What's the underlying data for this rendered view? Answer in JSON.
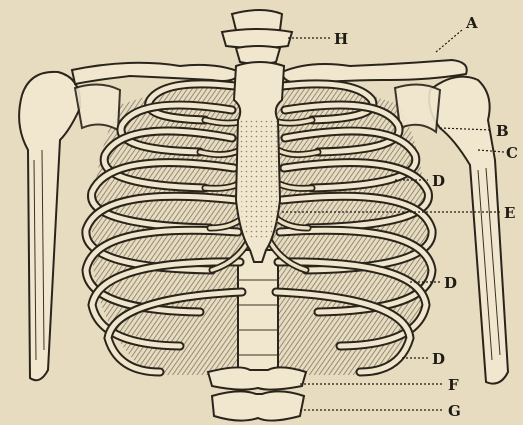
{
  "labels": {
    "A": "A",
    "B": "B",
    "C": "C",
    "D1": "D",
    "E": "E",
    "D2": "D",
    "D3": "D",
    "F": "F",
    "G": "G",
    "H": "H"
  },
  "colors": {
    "paper": "#e8dcc0",
    "bone": "#f1e7cf",
    "ink": "#2a241b"
  }
}
